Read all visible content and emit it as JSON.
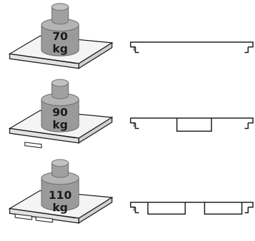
{
  "rows": [
    {
      "weight_value": "70",
      "weight_unit": "kg",
      "shelf_supports": 0
    },
    {
      "weight_value": "90",
      "weight_unit": "kg",
      "shelf_supports": 1
    },
    {
      "weight_value": "110",
      "weight_unit": "kg",
      "shelf_supports": 2
    }
  ],
  "colors": {
    "weight_body": "#9a9a9a",
    "weight_top": "#b8b8b8",
    "shelf_top": "#f4f4f4",
    "shelf_edge": "#d8d8d8",
    "line": "#1a1a1a"
  },
  "icons": [
    "weight-icon",
    "shelf-icon",
    "shelf-profile-icon"
  ]
}
